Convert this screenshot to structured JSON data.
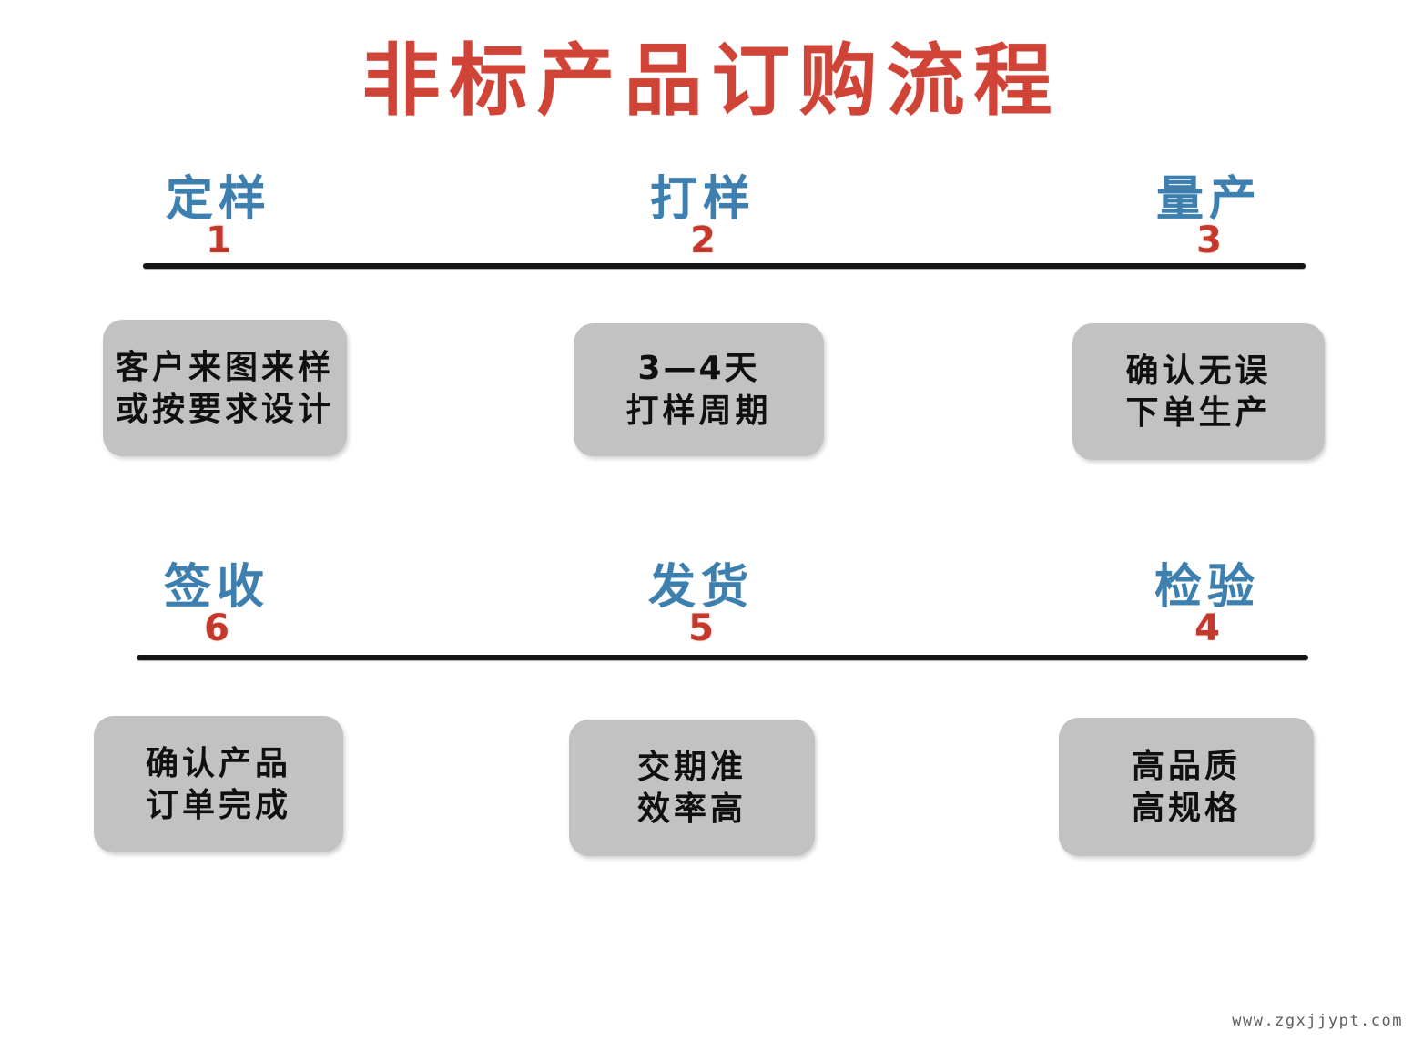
{
  "title": "非标产品订购流程",
  "colors": {
    "title_red": "#cf4436",
    "step_label_blue": "#3d7fae",
    "step_number_red": "#c4392c",
    "box_gray": "#c2c2c2",
    "rule_black": "#151515",
    "background": "#ffffff"
  },
  "rows": [
    {
      "name": "top-row",
      "steps": [
        {
          "number": "1",
          "label": "定样",
          "box_lines": [
            "客户来图来样",
            "或按要求设计"
          ]
        },
        {
          "number": "2",
          "label": "打样",
          "box_lines": [
            "3—4天",
            "打样周期"
          ]
        },
        {
          "number": "3",
          "label": "量产",
          "box_lines": [
            "确认无误",
            "下单生产"
          ]
        }
      ]
    },
    {
      "name": "bottom-row",
      "steps": [
        {
          "number": "6",
          "label": "签收",
          "box_lines": [
            "确认产品",
            "订单完成"
          ]
        },
        {
          "number": "5",
          "label": "发货",
          "box_lines": [
            "交期准",
            "效率高"
          ]
        },
        {
          "number": "4",
          "label": "检验",
          "box_lines": [
            "高品质",
            "高规格"
          ]
        }
      ]
    }
  ],
  "watermark": "www.zgxjjypt.com"
}
